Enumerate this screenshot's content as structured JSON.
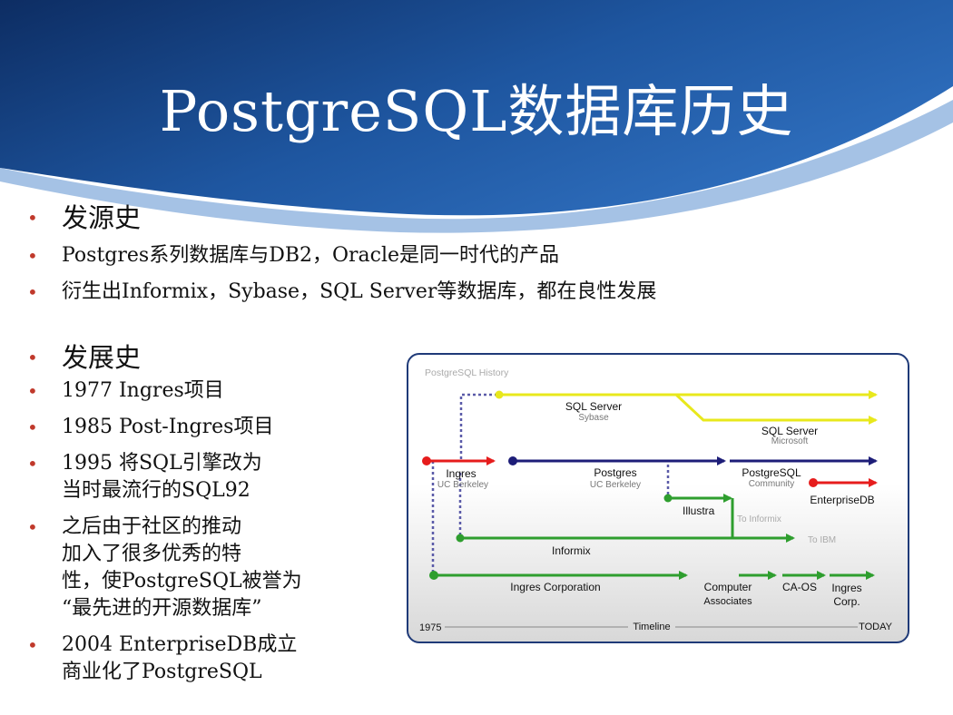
{
  "slide": {
    "title": "PostgreSQL数据库历史",
    "bullets_top": [
      "发源史",
      "Postgres系列数据库与DB2，Oracle是同一时代的产品",
      "衍生出Informix，Sybase，SQL Server等数据库，都在良性发展"
    ],
    "bullets_bottom": [
      "发展史",
      "1977 Ingres项目",
      "1985 Post-Ingres项目",
      "1995 将SQL引擎改为\n当时最流行的SQL92",
      "之后由于社区的推动\n加入了很多优秀的特\n性，使PostgreSQL被誉为\n“最先进的开源数据库”",
      "2004 EnterpriseDB成立\n商业化了PostgreSQL"
    ]
  },
  "diagram": {
    "heading": "PostgreSQL History",
    "colors": {
      "yellow": "#e8e81c",
      "navy": "#1d1d78",
      "red": "#e61c1c",
      "green": "#2e9e2e",
      "border": "#1f3a78"
    },
    "labels": {
      "sql_server_sybase": "SQL Server",
      "sybase": "Sybase",
      "sql_server_ms": "SQL Server",
      "microsoft": "Microsoft",
      "ingres": "Ingres",
      "uc_berkeley_1": "UC Berkeley",
      "postgres": "Postgres",
      "uc_berkeley_2": "UC Berkeley",
      "postgresql": "PostgreSQL",
      "community": "Community",
      "enterprisedb": "EnterpriseDB",
      "illustra": "Illustra",
      "to_informix": "To Informix",
      "to_ibm": "To IBM",
      "informix": "Informix",
      "ingres_corporation": "Ingres Corporation",
      "computer": "Computer",
      "associates": "Associates",
      "ca_os": "CA-OS",
      "ingres_2": "Ingres",
      "corp": "Corp."
    },
    "timeline": {
      "start": "1975",
      "middle": "Timeline",
      "end": "TODAY"
    }
  }
}
